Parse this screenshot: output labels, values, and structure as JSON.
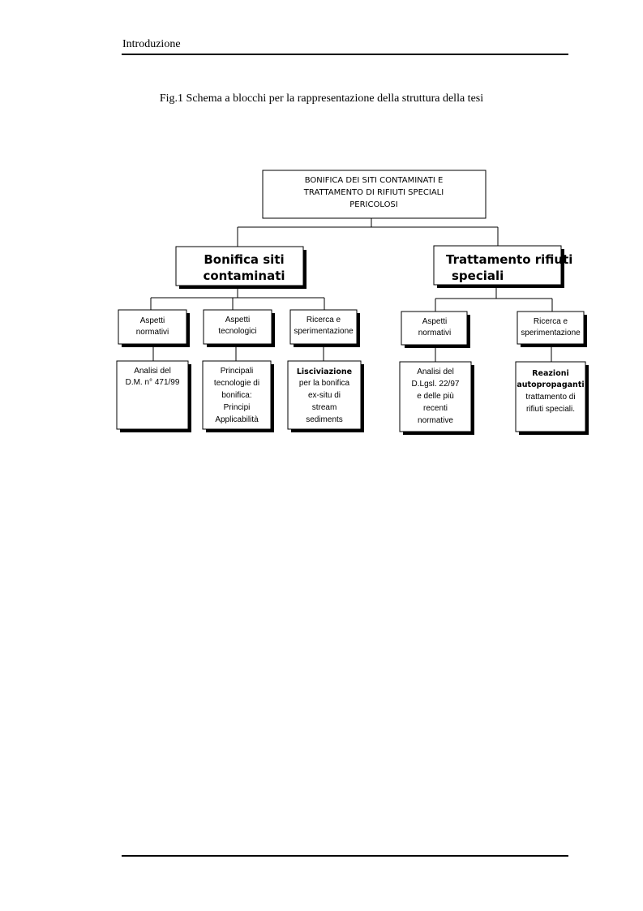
{
  "header": {
    "title": "Introduzione"
  },
  "caption": "Fig.1 Schema a blocchi per la rappresentazione della struttura della tesi",
  "diagram": {
    "root": {
      "lines": [
        "BONIFICA DEI SITI CONTAMINATI E",
        "TRATTAMENTO DI RIFIUTI SPECIALI",
        "PERICOLOSI"
      ]
    },
    "left": {
      "title": {
        "lines": [
          "Bonifica siti",
          "contaminati"
        ]
      },
      "aspects": [
        {
          "lines": [
            "Aspetti",
            "normativi"
          ]
        },
        {
          "lines": [
            "Aspetti",
            "tecnologici"
          ]
        },
        {
          "lines": [
            "Ricerca e",
            "sperimentazione"
          ]
        }
      ],
      "details": [
        {
          "lines": [
            "Analisi del",
            "D.M. n° 471/99"
          ]
        },
        {
          "lines": [
            "Principali",
            "tecnologie di",
            "bonifica:",
            "Principi",
            "Applicabilità"
          ]
        },
        {
          "bold": "Lisciviazione",
          "lines": [
            "per la bonifica",
            "ex-situ di",
            "stream",
            "sediments"
          ]
        }
      ]
    },
    "right": {
      "title": {
        "lines": [
          "Trattamento rifiuti",
          "speciali"
        ]
      },
      "aspects": [
        {
          "lines": [
            "Aspetti",
            "normativi"
          ]
        },
        {
          "lines": [
            "Ricerca e",
            "sperimentazione"
          ]
        }
      ],
      "details": [
        {
          "lines": [
            "Analisi del",
            "D.Lgsl. 22/97",
            "e delle più",
            "recenti",
            "normative"
          ]
        },
        {
          "bold_lines": [
            "Reazioni",
            "autopropaganti"
          ],
          "lines": [
            "trattamento di",
            "rifiuti speciali."
          ]
        }
      ]
    }
  }
}
